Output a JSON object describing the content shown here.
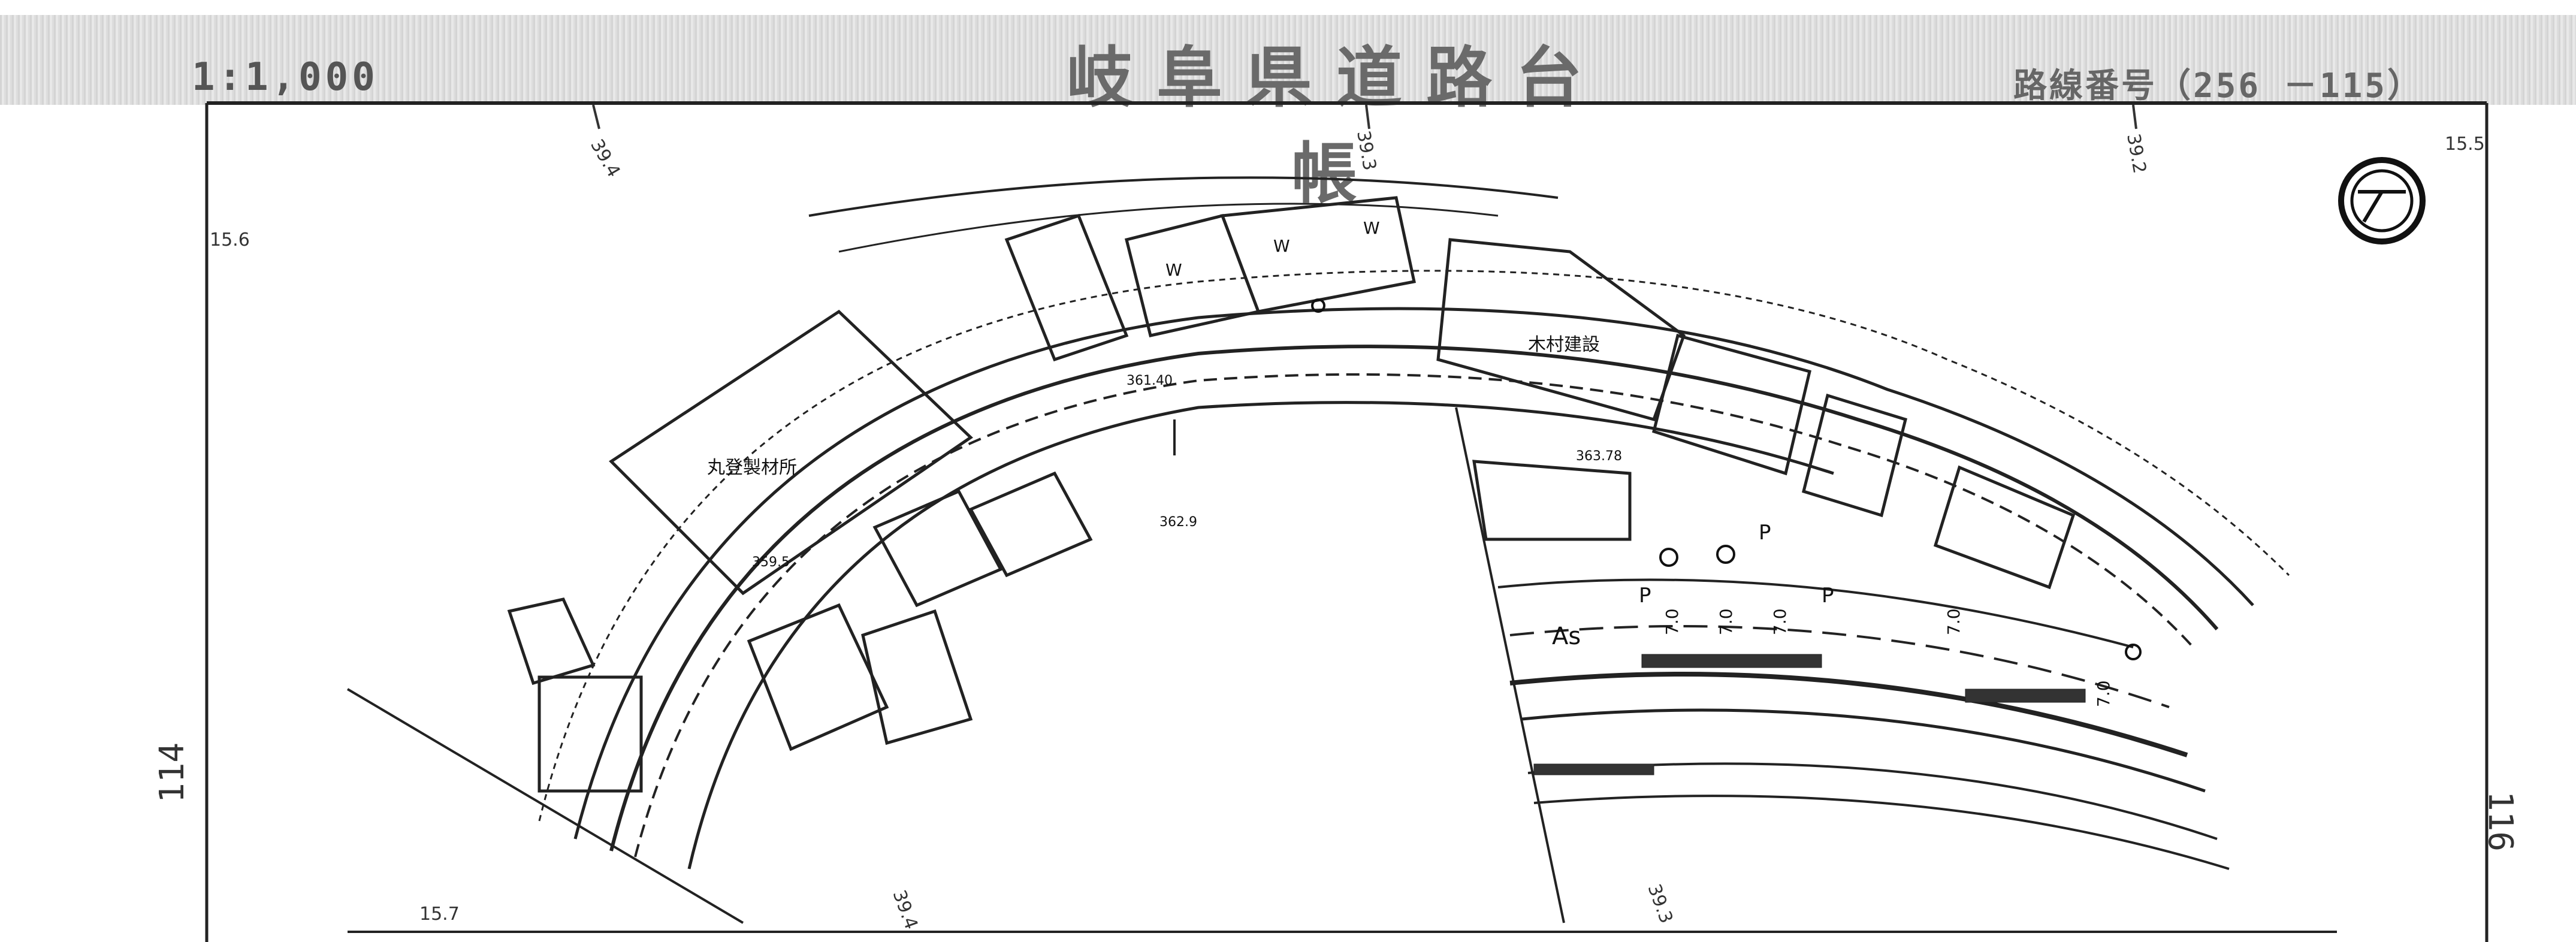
{
  "header": {
    "scale": "1:1,000",
    "title": "岐阜県道路台帳",
    "route": "路線番号（256 －115）"
  },
  "side_labels": {
    "left": "114",
    "right": "116"
  },
  "buildings": {
    "lumber": "丸登製材所",
    "construction": "木村建設"
  },
  "elevations": {
    "e1": "359.5",
    "e2": "362.9",
    "e3": "361.40",
    "e4": "363.78"
  },
  "grid_labels": {
    "a": "39.4",
    "b": "39.3",
    "c": "39.2",
    "d": "15.6",
    "e": "15.7",
    "f": "39.4",
    "g": "39.3",
    "h": "15.5"
  },
  "road_marks": {
    "as": "As",
    "p": "P",
    "w": "W",
    "v70": "7.0"
  }
}
